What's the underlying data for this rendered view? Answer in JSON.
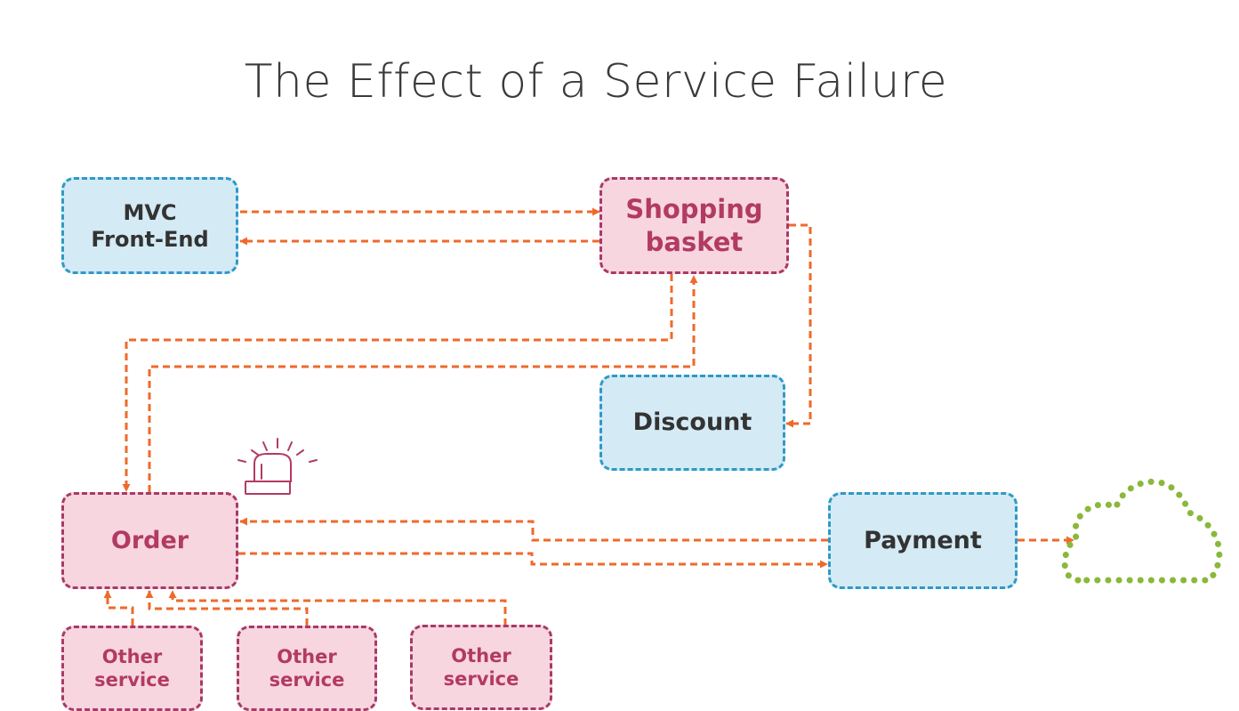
{
  "title": "The Effect of a Service Failure",
  "nodes": {
    "mvc": {
      "line1": "MVC",
      "line2": "Front-End"
    },
    "basket": {
      "line1": "Shopping",
      "line2": "basket"
    },
    "discount": {
      "label": "Discount"
    },
    "order": {
      "label": "Order"
    },
    "payment": {
      "label": "Payment"
    },
    "other1": {
      "line1": "Other",
      "line2": "service"
    },
    "other2": {
      "line1": "Other",
      "line2": "service"
    },
    "other3": {
      "line1": "Other",
      "line2": "service"
    }
  },
  "icons": [
    "alarm-light-icon",
    "cloud-icon"
  ],
  "colors": {
    "arrow": "#ee6a2b",
    "blue_fill": "#d4eaf4",
    "blue_border": "#2e9ac6",
    "pink_fill": "#f7d6e0",
    "pink_border": "#a83a67",
    "pink_text": "#b23a63",
    "cloud": "#8ab83a"
  }
}
